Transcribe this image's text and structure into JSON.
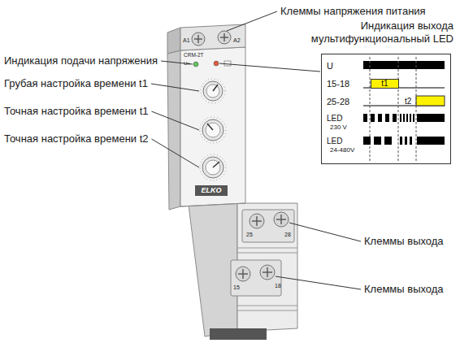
{
  "diagram": {
    "nodes": [
      {
        "text": [
          "U",
          "15-18",
          "25-28",
          "t2",
          "LED",
          "230 V",
          "LED",
          "24-480V"
        ]
      },
      {
        "text": [
          "t1"
        ],
        "in": 0
      }
    ],
    "labels": [
      "Клеммы напряжения питания",
      "A1",
      "A2",
      "Индикация выхода мультифункциональный LED",
      "CRM-2T",
      "Un",
      "Индикация подачи напряжения",
      "Грубая настройка времени t1",
      "Точная настройка времени t1",
      "Точная настройка времени t2",
      "ELKO",
      "25",
      "28",
      "Клеммы выхода",
      "15",
      "18",
      "Клеммы выхода"
    ]
  }
}
